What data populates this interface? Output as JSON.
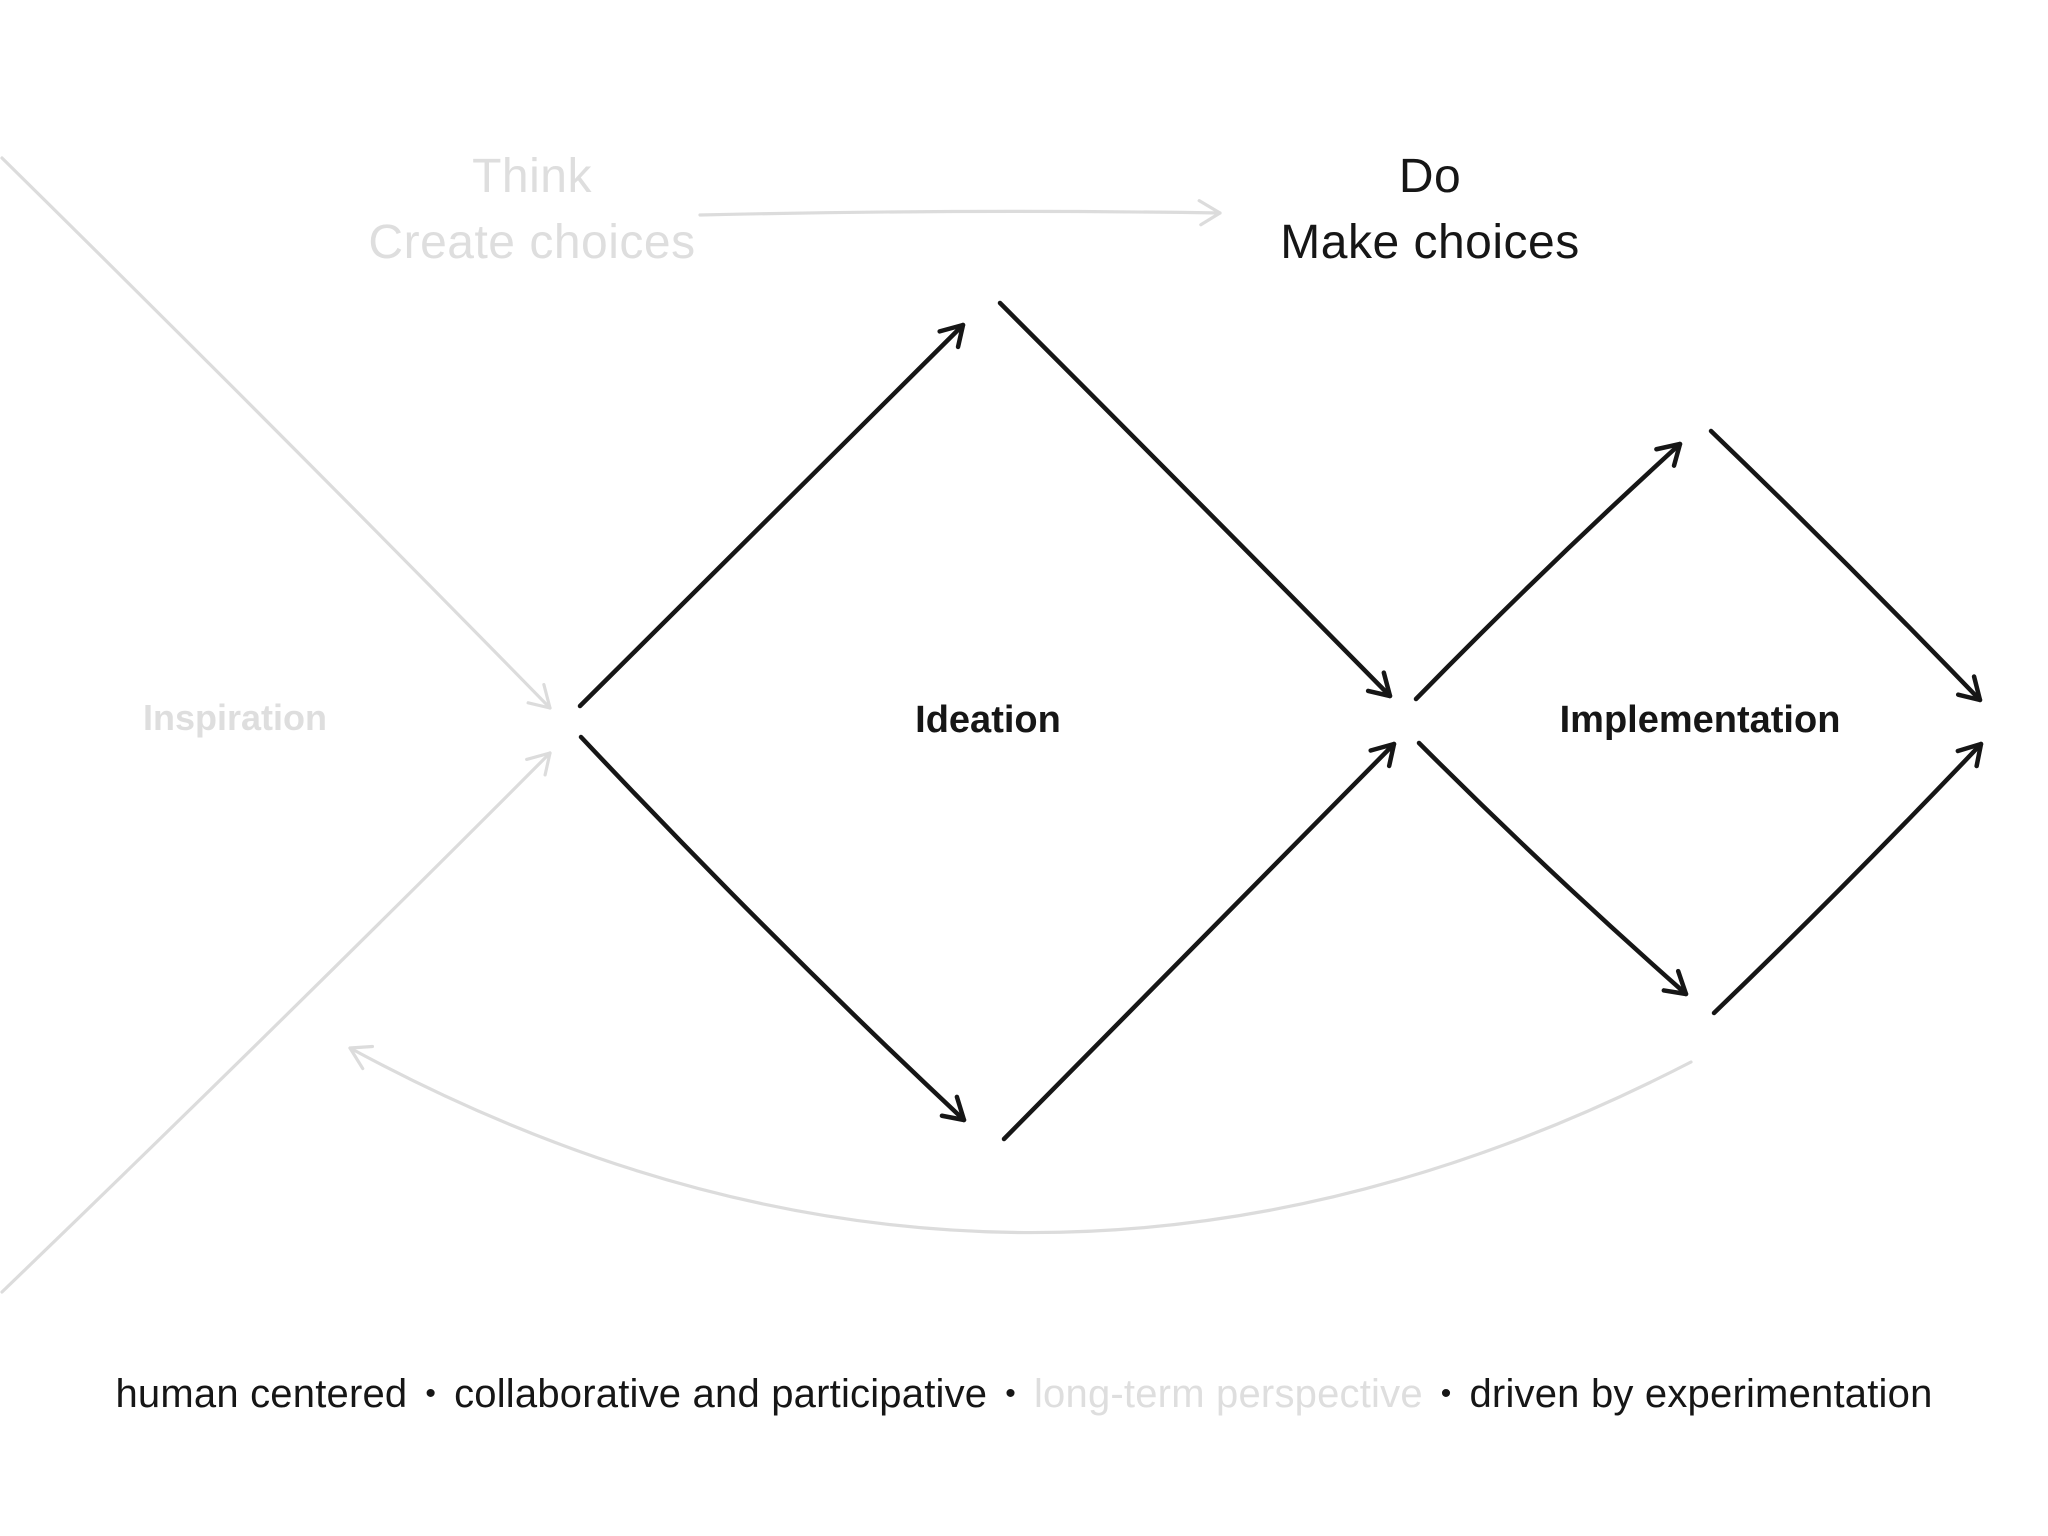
{
  "colors": {
    "ink": "#161616",
    "muted_line": "#dcdcdc",
    "muted_text": "#dedede",
    "background": "#ffffff"
  },
  "header": {
    "think": {
      "line1": "Think",
      "line2": "Create choices"
    },
    "do": {
      "line1": "Do",
      "line2": "Make choices"
    }
  },
  "phases": {
    "inspiration": "Inspiration",
    "ideation": "Ideation",
    "implementation": "Implementation"
  },
  "tagline": {
    "separator": "•",
    "items": [
      "human centered",
      "collaborative and participative",
      "long-term perspective",
      "driven by experimentation"
    ]
  }
}
